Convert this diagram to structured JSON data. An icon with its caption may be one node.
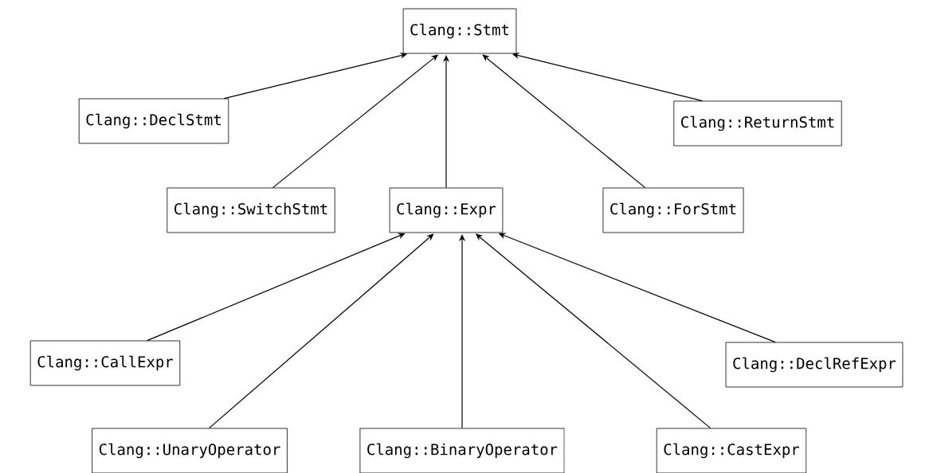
{
  "diagram": {
    "nodes": [
      {
        "text": [
          "Clang::Stmt"
        ]
      },
      {
        "text": [
          "Clang::DeclStmt"
        ]
      },
      {
        "text": [
          "Clang::ReturnStmt"
        ]
      },
      {
        "text": [
          "Clang::SwitchStmt"
        ]
      },
      {
        "text": [
          "Clang::Expr"
        ]
      },
      {
        "text": [
          "Clang::ForStmt"
        ]
      },
      {
        "text": [
          "Clang::CallExpr"
        ]
      },
      {
        "text": [
          "Clang::DeclRefExpr"
        ]
      },
      {
        "text": [
          "Clang::UnaryOperator"
        ]
      },
      {
        "text": [
          "Clang::BinaryOperator"
        ]
      },
      {
        "text": [
          "Clang::CastExpr"
        ]
      }
    ],
    "edges": [
      {
        "from": 1,
        "to": 0,
        "arrow": "to"
      },
      {
        "from": 3,
        "to": 0,
        "arrow": "to"
      },
      {
        "from": 4,
        "to": 0,
        "arrow": "to"
      },
      {
        "from": 5,
        "to": 0,
        "arrow": "to"
      },
      {
        "from": 2,
        "to": 0,
        "arrow": "to"
      },
      {
        "from": 6,
        "to": 4,
        "arrow": "to"
      },
      {
        "from": 8,
        "to": 4,
        "arrow": "to"
      },
      {
        "from": 9,
        "to": 4,
        "arrow": "to"
      },
      {
        "from": 10,
        "to": 4,
        "arrow": "to"
      },
      {
        "from": 7,
        "to": 4,
        "arrow": "to"
      }
    ]
  }
}
